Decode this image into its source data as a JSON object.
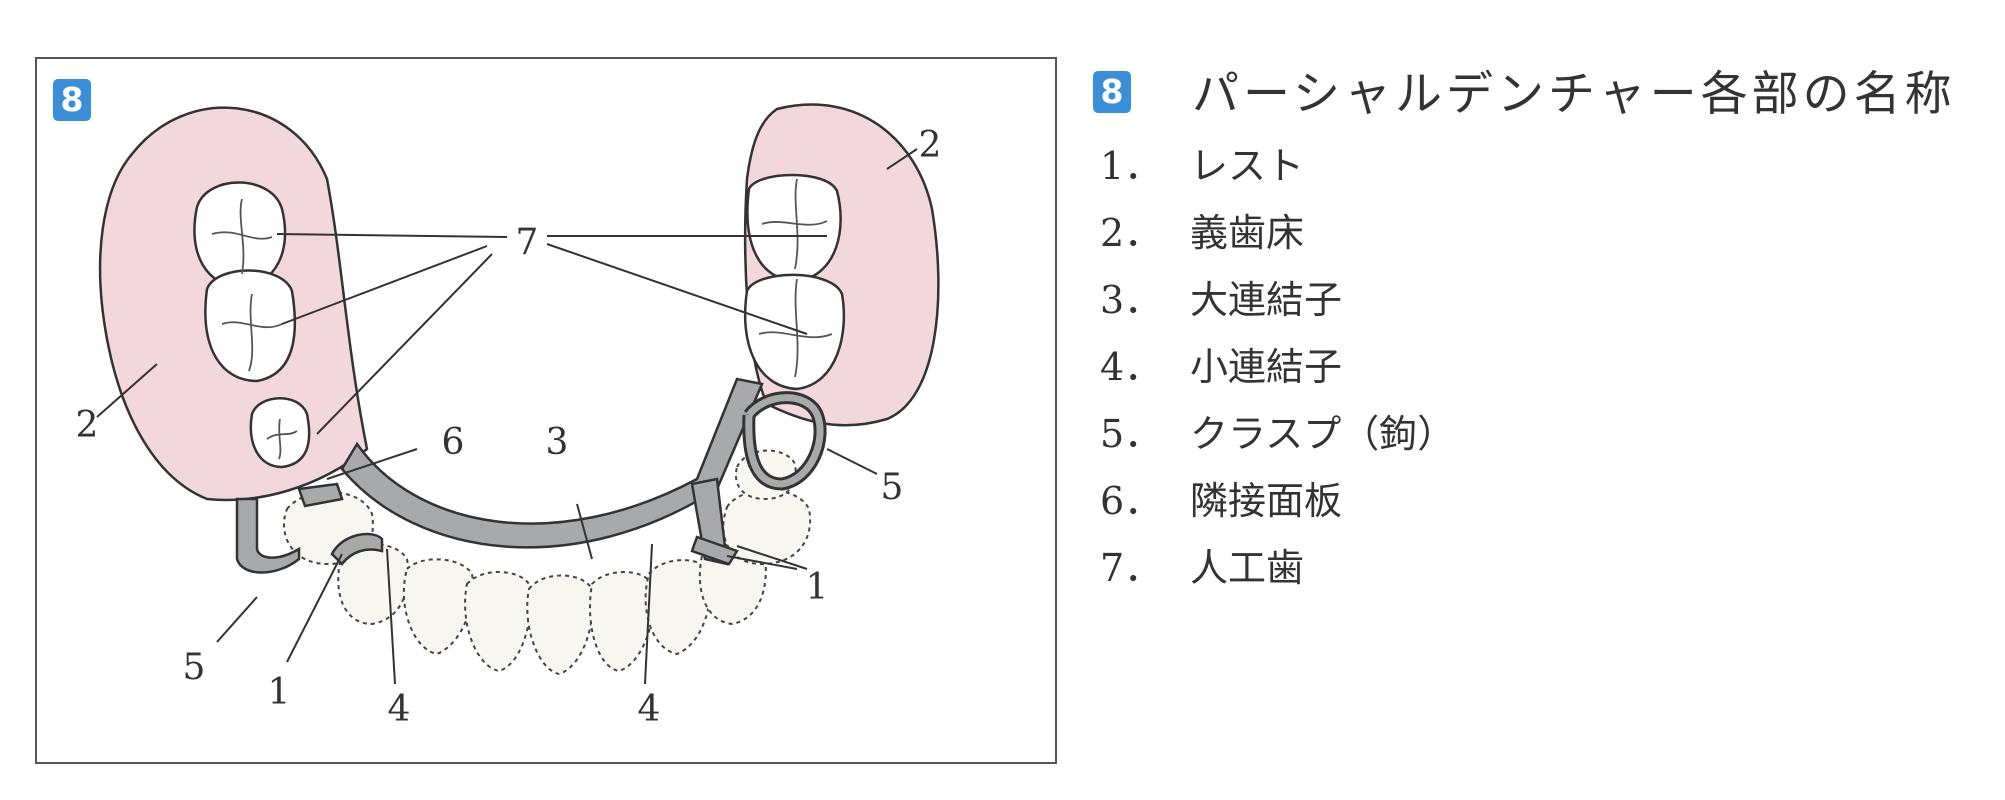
{
  "figure": {
    "badge": "8",
    "callouts": {
      "c2_left": "2",
      "c2_right": "2",
      "c7": "7",
      "c6": "6",
      "c3": "3",
      "c5_right": "5",
      "c5_left": "5",
      "c1_left": "1",
      "c1_right": "1",
      "c4_left": "4",
      "c4_right": "4"
    }
  },
  "legend": {
    "badge": "8",
    "title": "パーシャルデンチャー各部の名称",
    "items": [
      {
        "num": "1．",
        "label": "レスト"
      },
      {
        "num": "2．",
        "label": "義歯床"
      },
      {
        "num": "3．",
        "label": "大連結子"
      },
      {
        "num": "4．",
        "label": "小連結子"
      },
      {
        "num": "5．",
        "label": "クラスプ（鉤）"
      },
      {
        "num": "6．",
        "label": "隣接面板"
      },
      {
        "num": "7．",
        "label": "人工歯"
      }
    ]
  },
  "colors": {
    "denture_base": "#f2d8dc",
    "metal_framework": "#a8a9ab",
    "badge": "#3a8fd6",
    "outline": "#333333"
  }
}
